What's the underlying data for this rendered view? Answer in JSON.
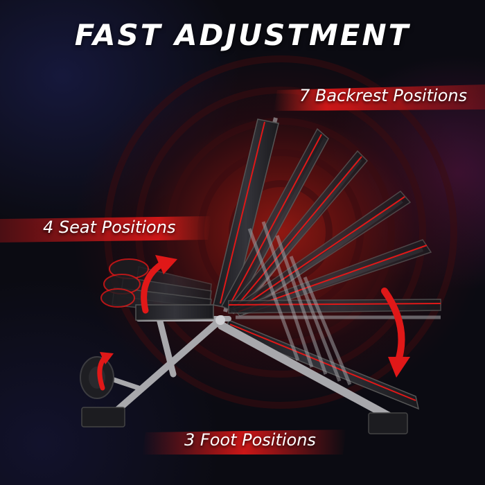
{
  "headline": "FAST ADJUSTMENT",
  "labels": {
    "backrest": "7 Backrest Positions",
    "seat": "4 Seat Positions",
    "foot": "3 Foot Positions"
  },
  "colors": {
    "accent_red": "#e01818",
    "text": "#ffffff",
    "frame": "#a8a8ac",
    "pad": "#232327"
  },
  "icons": {
    "backrest_arrow": "curved-arrow-down-icon",
    "seat_arrow": "curved-arrow-up-icon",
    "roller_arrow": "rotate-arrow-icon"
  }
}
